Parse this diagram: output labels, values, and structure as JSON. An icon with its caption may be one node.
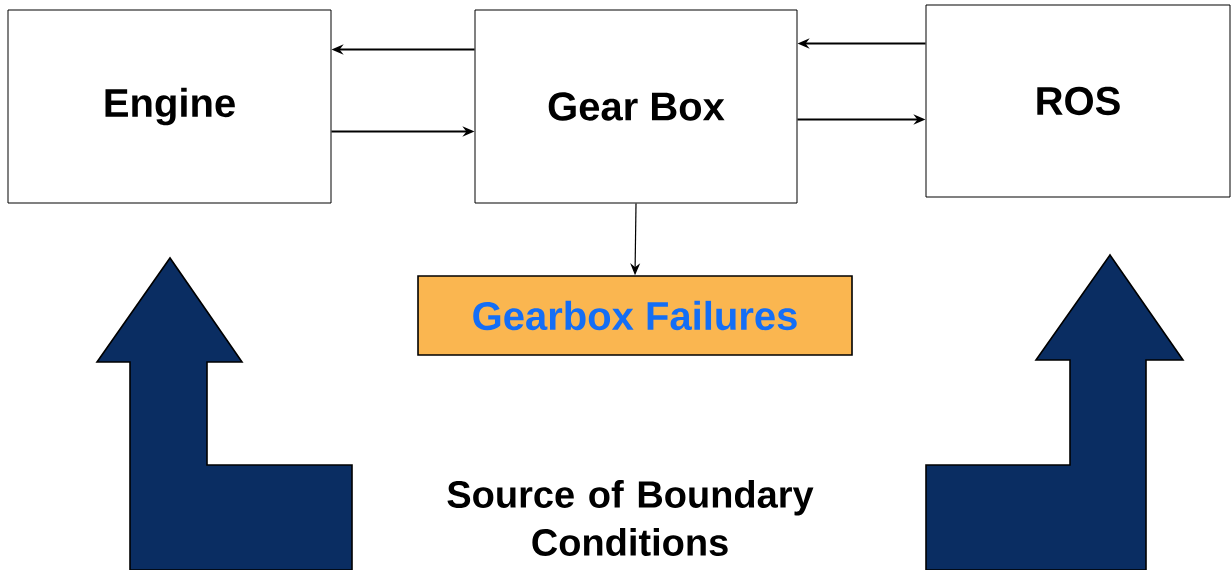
{
  "diagram": {
    "nodes": [
      {
        "text": [
          "Engine"
        ]
      },
      {
        "text": [
          "Gear Box"
        ]
      },
      {
        "text": [
          "ROS"
        ]
      },
      {
        "text": [
          "Gearbox Failures"
        ]
      },
      {
        "text": [
          "Source of Boundary Conditions"
        ]
      }
    ],
    "edges": [
      {
        "from": 1,
        "to": 0,
        "arrow": "to"
      },
      {
        "from": 0,
        "to": 1,
        "arrow": "to"
      },
      {
        "from": 2,
        "to": 1,
        "arrow": "to"
      },
      {
        "from": 1,
        "to": 2,
        "arrow": "to"
      },
      {
        "from": 1,
        "to": 3,
        "arrow": "to"
      },
      {
        "from": 4,
        "to": 0,
        "arrow": "to",
        "style": "thick",
        "color": "#0a2d62"
      },
      {
        "from": 4,
        "to": 2,
        "arrow": "to",
        "style": "thick",
        "color": "#0a2d62"
      }
    ]
  }
}
